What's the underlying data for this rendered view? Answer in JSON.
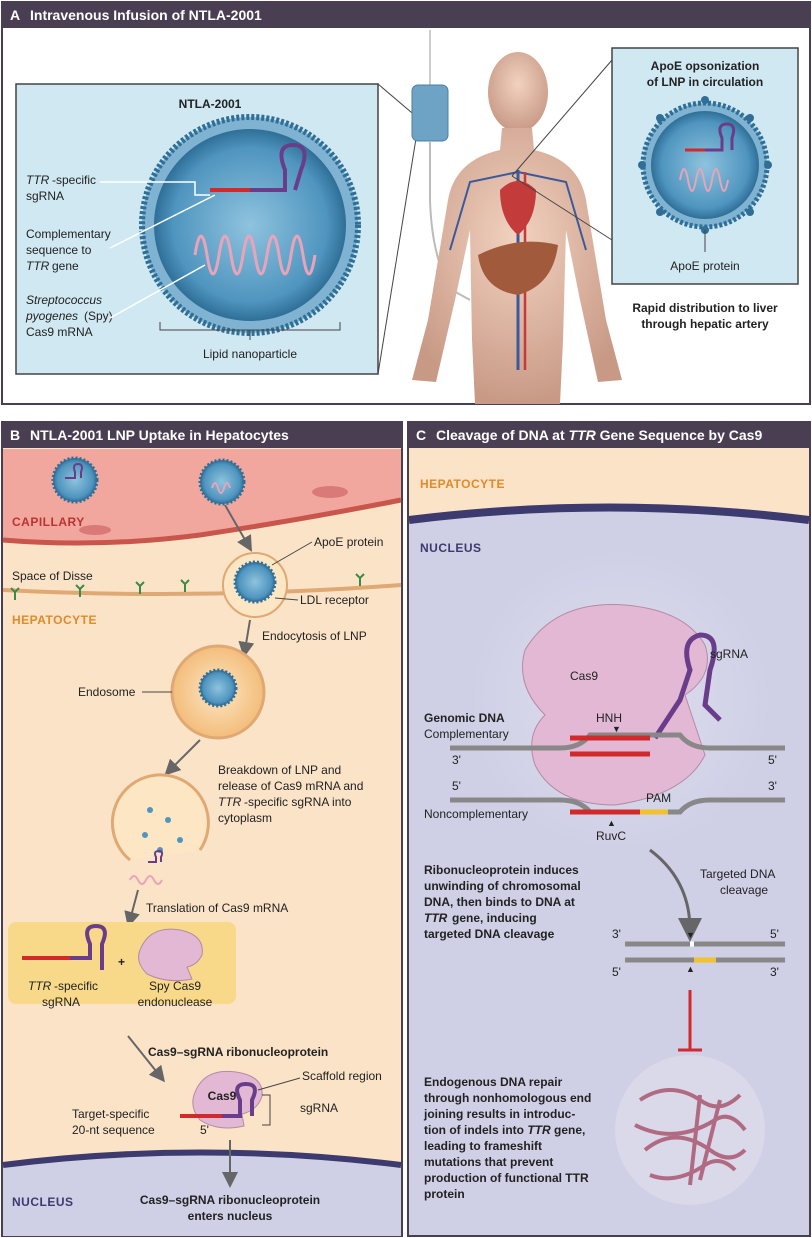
{
  "panel_a": {
    "letter": "A",
    "title": "Intravenous Infusion of NTLA-2001",
    "lnp_name": "NTLA-2001",
    "ttr_italic": "TTR",
    "ttr_rest": "-specific",
    "sgrna": "sgRNA",
    "complementary_1": "Complementary",
    "complementary_2": "sequence to",
    "complementary_3_italic": "TTR",
    "complementary_3_rest": " gene",
    "strep_1": "Streptococcus",
    "strep_2_italic": "pyogenes",
    "strep_2_rest": " (Spy)",
    "strep_3": "Cas9 mRNA",
    "lipid_nanoparticle": "Lipid nanoparticle",
    "apoe_title_1": "ApoE opsonization",
    "apoe_title_2": "of LNP in circulation",
    "apoe_protein": "ApoE protein",
    "rapid_1": "Rapid distribution to liver",
    "rapid_2": "through hepatic artery"
  },
  "panel_b": {
    "letter": "B",
    "title": "NTLA-2001 LNP Uptake in Hepatocytes",
    "capillary": "CAPILLARY",
    "space_of_disse": "Space of Disse",
    "hepatocyte": "HEPATOCYTE",
    "apoe_protein": "ApoE protein",
    "ldl_receptor": "LDL receptor",
    "endocytosis": "Endocytosis of LNP",
    "endosome": "Endosome",
    "breakdown_1": "Breakdown of LNP and",
    "breakdown_2": "release of Cas9 mRNA and",
    "breakdown_3_italic": "TTR",
    "breakdown_3_rest": "-specific sgRNA into",
    "breakdown_4": "cytoplasm",
    "translation": "Translation of Cas9 mRNA",
    "plus": "+",
    "ttr_italic": "TTR",
    "ttr_rest": "-specific",
    "sgrna": "sgRNA",
    "spy_1": "Spy Cas9",
    "spy_2": "endonuclease",
    "rnp": "Cas9–sgRNA ribonucleoprotein",
    "scaffold": "Scaffold region",
    "cas9": "Cas9",
    "sgrna2": "sgRNA",
    "target_1": "Target-specific",
    "target_2": "20-nt sequence",
    "five_prime": "5'",
    "nucleus": "NUCLEUS",
    "enters_1": "Cas9–sgRNA ribonucleoprotein",
    "enters_2": "enters nucleus"
  },
  "panel_c": {
    "letter": "C",
    "title_pre": "Cleavage of DNA at ",
    "title_italic": "TTR",
    "title_post": " Gene Sequence by Cas9",
    "hepatocyte": "HEPATOCYTE",
    "nucleus": "NUCLEUS",
    "sgrna": "sgRNA",
    "cas9": "Cas9",
    "genomic_dna": "Genomic DNA",
    "complementary": "Complementary",
    "hnh": "HNH",
    "three_prime": "3'",
    "five_prime": "5'",
    "pam": "PAM",
    "noncomplementary": "Noncomplementary",
    "ruvc": "RuvC",
    "ribo_1": "Ribonucleoprotein induces",
    "ribo_2": "unwinding of chromosomal",
    "ribo_3": "DNA, then binds to DNA at",
    "ribo_4_italic": "TTR",
    "ribo_4_rest": " gene, inducing",
    "ribo_5": "targeted DNA cleavage",
    "targeted_1": "Targeted DNA",
    "targeted_2": "cleavage",
    "endo_1": "Endogenous DNA repair",
    "endo_2": "through nonhomologous end",
    "endo_3": "joining results in introduc-",
    "endo_4": "tion of indels into ",
    "endo_4_italic": "TTR",
    "endo_4_rest": " gene,",
    "endo_5": "leading to frameshift",
    "endo_6": "mutations that prevent",
    "endo_7": "production of functional TTR",
    "endo_8": "protein"
  },
  "colors": {
    "header": "#4a3f52",
    "panel_a_bg": "#ffffff",
    "inset_bg": "#cfe8f2",
    "lnp": "#5aa0c8",
    "capillary": "#e88b85",
    "hepatocyte": "#fbe3c8",
    "nucleus": "#cfd0e6",
    "cas9": "#e2b8d4",
    "sgrna": "#6a3d8a",
    "dna_red": "#d22a2a",
    "pam_yellow": "#f2c12e"
  }
}
